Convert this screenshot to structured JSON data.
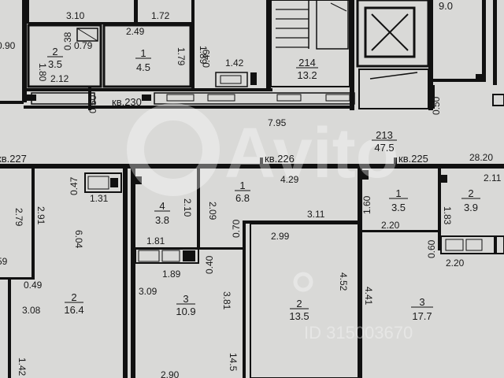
{
  "colors": {
    "paper": "#d9d9d7",
    "ink": "#111111",
    "watermark": "#ffffff"
  },
  "watermark": {
    "brand": "Avito",
    "id_text": "ID 315003670"
  },
  "dimensions": {
    "d_310": "3.10",
    "d_172": "1.72",
    "d_090": "0.90",
    "d_249": "2.49",
    "d_038": "0.38",
    "d_079": "0.79",
    "d_180": "1.80",
    "d_212": "2.12",
    "d_179": "1.79",
    "d_189": "1.89",
    "d_049a": "0.49",
    "d_142a": "1.42",
    "d_050a": "0.50",
    "d_050b": "0.50",
    "d_795": "7.95",
    "d_2820": "28.20",
    "d_047": "0.47",
    "d_131": "1.31",
    "d_279": "2.79",
    "d_291": "2.91",
    "d_604": "6.04",
    "d_059": "59",
    "d_049b": "0.49",
    "d_308": "3.08",
    "d_142b": "1.42",
    "d_210": "2.10",
    "d_209": "2.09",
    "d_181": "1.81",
    "d_070": "0.70",
    "d_040": "0.40",
    "d_189b": "1.89",
    "d_309": "3.09",
    "d_381": "3.81",
    "d_145": "14.5",
    "d_290": "2.90",
    "d_429": "4.29",
    "d_311": "3.11",
    "d_299": "2.99",
    "d_452": "4.52",
    "d_160": "1.60",
    "d_220a": "2.20",
    "d_183": "1.83",
    "d_060": "0.60",
    "d_220b": "2.20",
    "d_211": "2.11",
    "d_441": "4.41"
  },
  "rooms": [
    {
      "id": "r2a",
      "num": "2",
      "area": "3.5"
    },
    {
      "id": "r1a",
      "num": "1",
      "area": "4.5"
    },
    {
      "id": "r214",
      "num": "214",
      "area": "13.2"
    },
    {
      "id": "r90",
      "num": "",
      "area": "9.0"
    },
    {
      "id": "r213",
      "num": "213",
      "area": "47.5"
    },
    {
      "id": "r2b",
      "num": "2",
      "area": "16.4"
    },
    {
      "id": "r4",
      "num": "4",
      "area": "3.8"
    },
    {
      "id": "r1b",
      "num": "1",
      "area": "6.8"
    },
    {
      "id": "r3a",
      "num": "3",
      "area": "10.9"
    },
    {
      "id": "r2c",
      "num": "2",
      "area": "13.5"
    },
    {
      "id": "r1c",
      "num": "1",
      "area": "3.5"
    },
    {
      "id": "r2d",
      "num": "2",
      "area": "3.9"
    },
    {
      "id": "r3b",
      "num": "3",
      "area": "17.7"
    }
  ],
  "apartments": {
    "a230": "кв.230",
    "a227": "кв.227",
    "a226": "кв.226",
    "a225": "кв.225"
  }
}
